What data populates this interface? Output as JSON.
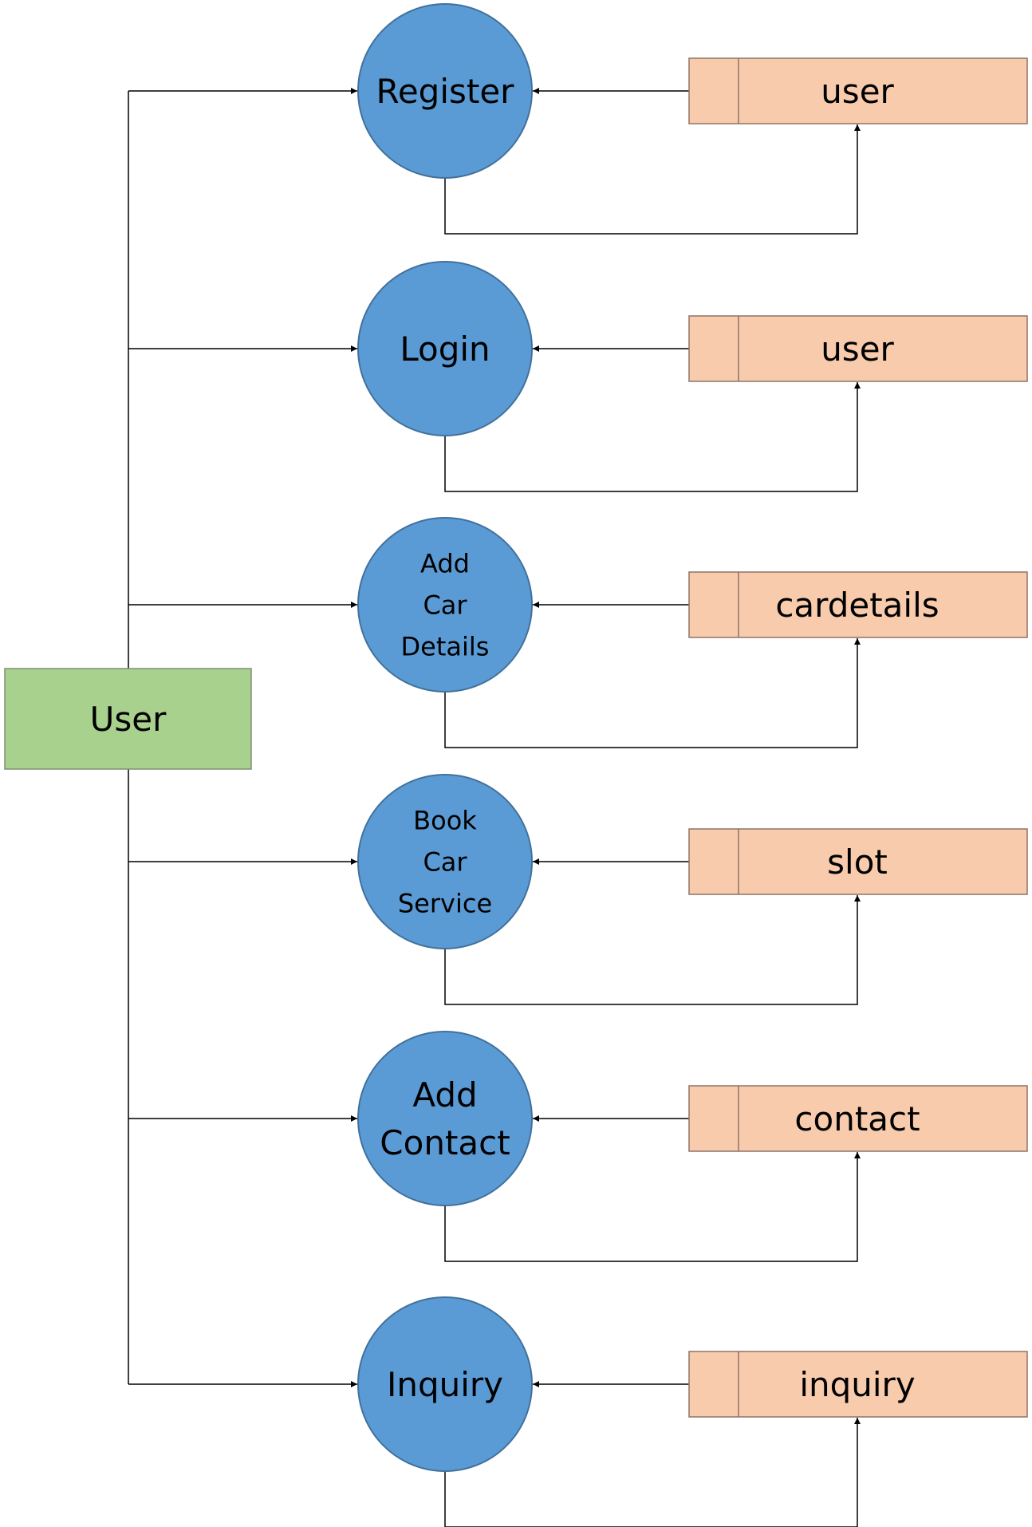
{
  "diagram": {
    "entity": {
      "label": "User"
    },
    "processes": [
      {
        "lines": [
          "Register"
        ],
        "store": "user"
      },
      {
        "lines": [
          "Login"
        ],
        "store": "user"
      },
      {
        "lines": [
          "Add",
          "Car",
          "Details"
        ],
        "store": "cardetails"
      },
      {
        "lines": [
          "Book",
          "Car",
          "Service"
        ],
        "store": "slot"
      },
      {
        "lines": [
          "Add",
          "Contact"
        ],
        "store": "contact"
      },
      {
        "lines": [
          "Inquiry"
        ],
        "store": "inquiry"
      }
    ],
    "colors": {
      "entity_fill": "#a9d18e",
      "entity_stroke": "#7f8f74",
      "process_fill": "#5b9bd5",
      "process_stroke": "#41719c",
      "store_fill": "#f8cbad",
      "store_stroke": "#8d7466",
      "line": "#000000"
    }
  }
}
